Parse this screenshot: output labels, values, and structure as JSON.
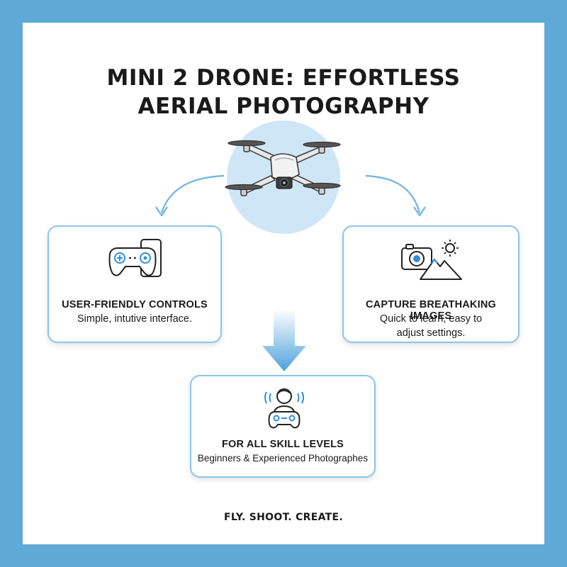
{
  "title": {
    "line1": "MINI 2 DRONE: EFFORTLESS",
    "line2": "AERIAL PHOTOGRAPHY"
  },
  "cards": {
    "left": {
      "heading": "USER-FRIENDLY CONTROLS",
      "subtitle": "Simple, intutive interface.",
      "icon": "gamepad-phone-icon"
    },
    "right": {
      "heading": "CAPTURE BREATHAKING IMAGES",
      "subtitle_line1": "Quick to learn, easy to",
      "subtitle_line2": "adjust settings.",
      "icon": "camera-mountain-icon"
    },
    "bottom": {
      "heading": "FOR ALL SKILL LEVELS",
      "subtitle": "Beginners & Experienced Photographes",
      "icon": "person-controller-icon"
    }
  },
  "hero": {
    "icon": "drone-icon"
  },
  "tagline": "FLY. SHOOT. CREATE.",
  "colors": {
    "frame": "#5fa9d6",
    "accent": "#8cc4ea",
    "hero_bg": "#cfe6f7",
    "icon_blue": "#2f8fd6",
    "text": "#1a1a1a"
  }
}
